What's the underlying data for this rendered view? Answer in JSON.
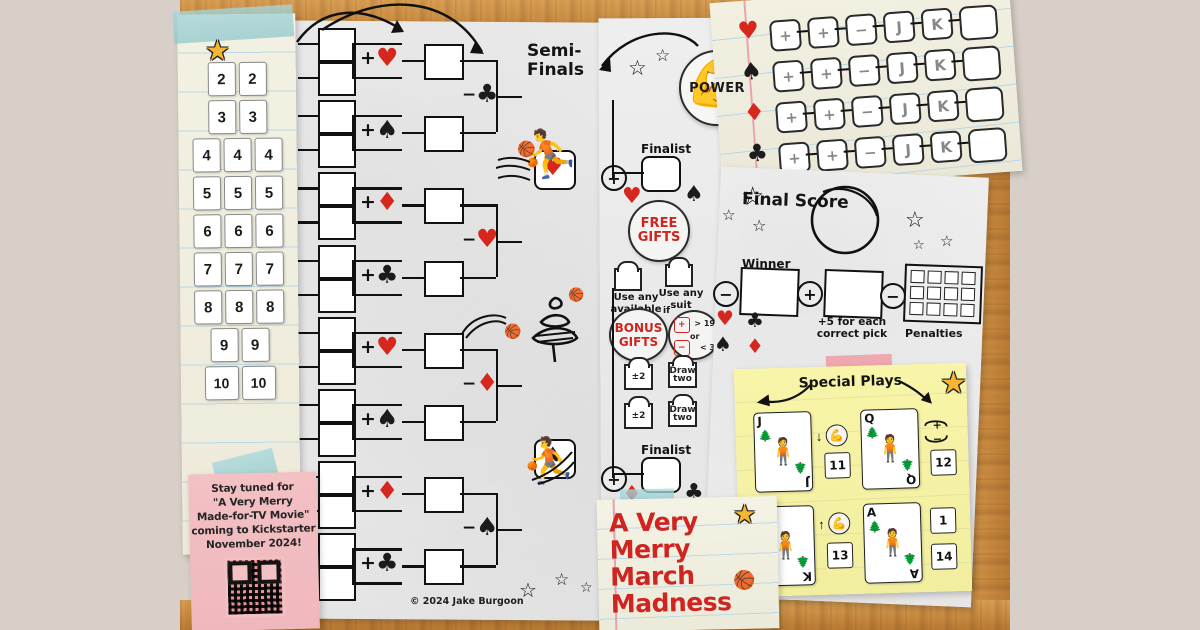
{
  "meta": {
    "poster_title": "A Very Merry March Madness",
    "copyright": "© 2024 Jake Burgoon",
    "background_color": "#d8d0c8",
    "accent_red": "#cf2420",
    "accent_gold": "#f5b731"
  },
  "number_column": {
    "rows": [
      {
        "value": "2",
        "count": 2
      },
      {
        "value": "3",
        "count": 2
      },
      {
        "value": "4",
        "count": 3
      },
      {
        "value": "5",
        "count": 3
      },
      {
        "value": "6",
        "count": 3
      },
      {
        "value": "7",
        "count": 3
      },
      {
        "value": "8",
        "count": 3
      },
      {
        "value": "9",
        "count": 2
      },
      {
        "value": "10",
        "count": 2
      }
    ]
  },
  "bracket": {
    "round1_operators": [
      {
        "op": "+",
        "suit": "♥",
        "color": "red"
      },
      {
        "op": "+",
        "suit": "♠",
        "color": "black"
      },
      {
        "op": "+",
        "suit": "♦",
        "color": "red"
      },
      {
        "op": "+",
        "suit": "♣",
        "color": "black"
      },
      {
        "op": "+",
        "suit": "♥",
        "color": "red"
      },
      {
        "op": "+",
        "suit": "♠",
        "color": "black"
      },
      {
        "op": "+",
        "suit": "♦",
        "color": "red"
      },
      {
        "op": "+",
        "suit": "♣",
        "color": "black"
      }
    ],
    "round2_operators": [
      {
        "op": "−",
        "suit": "♣",
        "color": "black"
      },
      {
        "op": "−",
        "suit": "♥",
        "color": "red"
      },
      {
        "op": "−",
        "suit": "♦",
        "color": "red"
      },
      {
        "op": "−",
        "suit": "♠",
        "color": "black"
      }
    ],
    "semifinals_label": "Semi-\nFinals",
    "semifinal_suits": [
      {
        "suit": "♥",
        "color": "red"
      },
      {
        "suit": "♠",
        "color": "black"
      }
    ],
    "finalist_label_top": "Finalist",
    "finalist_label_bottom": "Finalist",
    "final_operators": [
      "+",
      "+"
    ],
    "finalist_suits_top": [
      {
        "suit": "♥",
        "color": "red"
      },
      {
        "suit": "♠",
        "color": "black"
      }
    ],
    "finalist_suits_bottom": [
      {
        "suit": "♦",
        "color": "red"
      },
      {
        "suit": "♣",
        "color": "black"
      }
    ]
  },
  "power_badge": {
    "label": "POWER",
    "icon": "flexed-biceps-icon"
  },
  "free_gifts": {
    "badge": "FREE GIFTS",
    "gifts": [
      {
        "label": "",
        "caption": "Use any available #"
      },
      {
        "label": "",
        "caption": "Use any suit"
      }
    ]
  },
  "bonus_gifts": {
    "badge": "BONUS GIFTS",
    "condition_prefix": "if",
    "condition": {
      "plus": "+",
      "gt": "> 19",
      "or": "or",
      "minus": "−",
      "lt": "< 3"
    },
    "gifts": [
      {
        "label": "±2"
      },
      {
        "label": "Draw two"
      },
      {
        "label": "±2"
      },
      {
        "label": "Draw two"
      }
    ]
  },
  "suit_tracker": {
    "rows": [
      {
        "suit": "♥",
        "color": "red",
        "cells": [
          "+",
          "+",
          "−",
          "J",
          "K",
          ""
        ]
      },
      {
        "suit": "♠",
        "color": "black",
        "cells": [
          "+",
          "+",
          "−",
          "J",
          "K",
          ""
        ]
      },
      {
        "suit": "♦",
        "color": "red",
        "cells": [
          "+",
          "+",
          "−",
          "J",
          "K",
          ""
        ]
      },
      {
        "suit": "♣",
        "color": "black",
        "cells": [
          "+",
          "+",
          "−",
          "J",
          "K",
          ""
        ]
      }
    ]
  },
  "final_score": {
    "title": "Final Score",
    "winner_label": "Winner",
    "correct_pick_label": "+5 for each correct pick",
    "penalties_label": "Penalties",
    "operators": [
      "−",
      "+",
      "−"
    ],
    "penalty_grid": {
      "cols": 4,
      "rows": 3
    },
    "suits_left": [
      "♥",
      "♣",
      "♠",
      "♦"
    ]
  },
  "special_plays": {
    "title": "Special Plays",
    "cards": [
      {
        "rank": "J",
        "person": "person-standing-icon",
        "effect": "down-arrow-power-icon",
        "values": [
          "11"
        ]
      },
      {
        "rank": "Q",
        "person": "person-standing-icon",
        "effect": "swap-plus-minus-icon",
        "values": [
          "12"
        ]
      },
      {
        "rank": "K",
        "person": "person-standing-icon",
        "effect": "up-arrow-power-icon",
        "values": [
          "13"
        ]
      },
      {
        "rank": "A",
        "person": "person-standing-icon",
        "effect": "",
        "values": [
          "1",
          "14"
        ]
      }
    ]
  },
  "pink_note": {
    "lines": [
      "Stay tuned for",
      "\"A Very Merry",
      "Made-for-TV Movie\"",
      "coming to Kickstarter",
      "November 2024!"
    ],
    "qr_code": "qr-code-icon"
  },
  "title_block": {
    "lines": [
      "A Very",
      "Merry",
      "March",
      "Madness"
    ]
  }
}
